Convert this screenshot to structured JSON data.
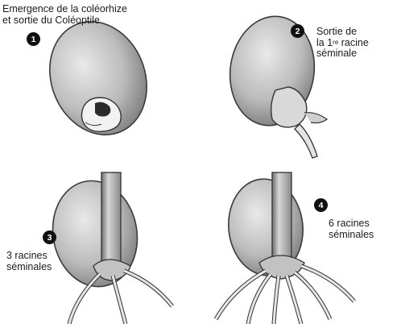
{
  "stages": [
    {
      "number": "1",
      "caption": [
        "Emergence de la coléorhize",
        "et sortie du Coléoptile"
      ]
    },
    {
      "number": "2",
      "caption": [
        "Sortie de",
        "la 1",
        "re",
        " racine",
        "séminale"
      ]
    },
    {
      "number": "3",
      "caption": [
        "3 racines",
        "séminales"
      ]
    },
    {
      "number": "4",
      "caption": [
        "6 racines",
        "séminales"
      ]
    }
  ],
  "colors": {
    "ink": "#1b1b1b",
    "seed": "#cfcfcf",
    "shade": "#8f8f8f",
    "badge": "#111111"
  }
}
